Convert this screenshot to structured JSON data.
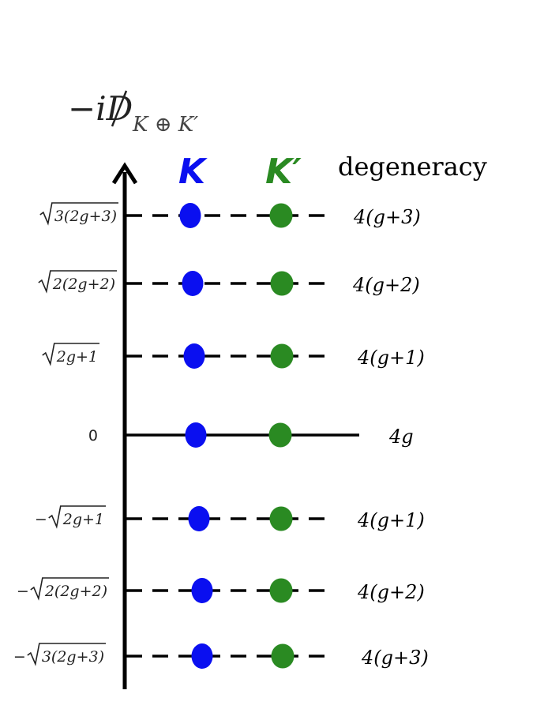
{
  "operator_label": {
    "prefix": "−i",
    "slash_d": "D",
    "subscript_a": "K",
    "subscript_op": "⊕",
    "subscript_b": "K′"
  },
  "headers": {
    "k": "K",
    "kprime": "K′",
    "degeneracy": "degeneracy"
  },
  "colors": {
    "k_dot": "#0a0ff0",
    "kprime_dot": "#2a8a22",
    "line": "#000000"
  },
  "levels": [
    {
      "sign": "",
      "radicand": "3(2g+3)",
      "zero": false,
      "degeneracy": "4(g+3)"
    },
    {
      "sign": "",
      "radicand": "2(2g+2)",
      "zero": false,
      "degeneracy": "4(g+2)"
    },
    {
      "sign": "",
      "radicand": "2g+1",
      "zero": false,
      "degeneracy": "4(g+1)"
    },
    {
      "sign": "",
      "radicand": "0",
      "zero": true,
      "degeneracy": "4g"
    },
    {
      "sign": "−",
      "radicand": "2g+1",
      "zero": false,
      "degeneracy": "4(g+1)"
    },
    {
      "sign": "−",
      "radicand": "2(2g+2)",
      "zero": false,
      "degeneracy": "4(g+2)"
    },
    {
      "sign": "−",
      "radicand": "3(2g+3)",
      "zero": false,
      "degeneracy": "4(g+3)"
    }
  ]
}
